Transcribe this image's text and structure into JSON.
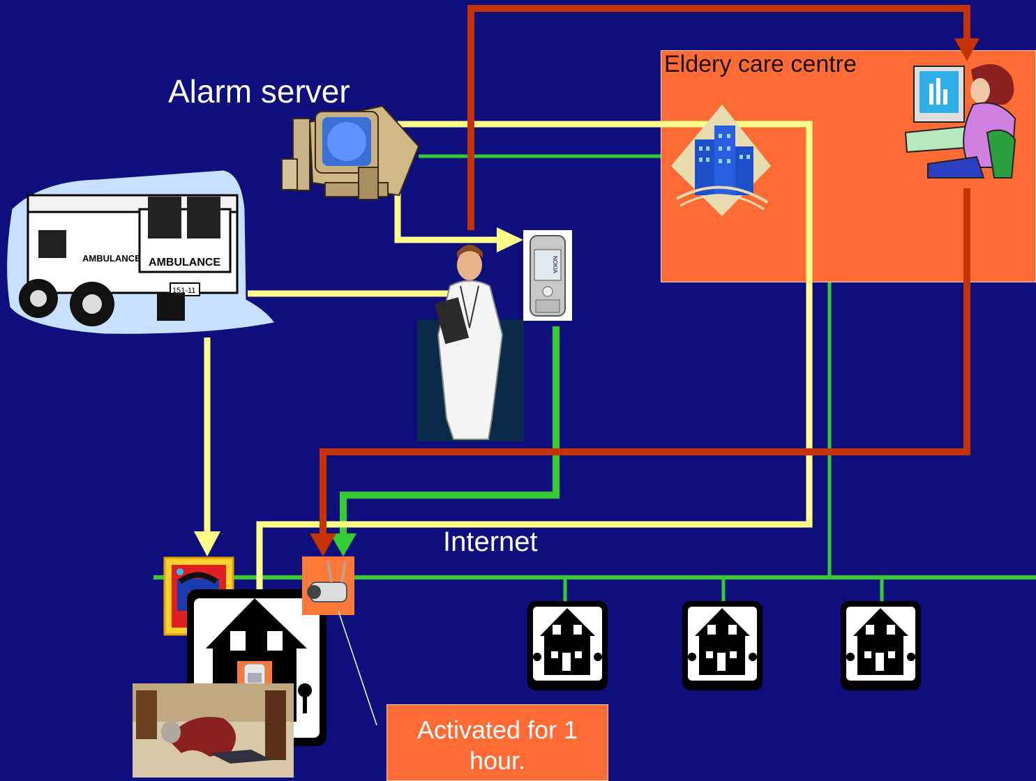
{
  "labels": {
    "alarm_server": "Alarm server",
    "care_centre": "Eldery care centre",
    "internet": "Internet",
    "note": "Activated for 1 hour."
  },
  "ambulance_text": {
    "side": "AMBULANCE",
    "rear": "AMBULANCE",
    "plate": "151-11"
  },
  "phone_text": "NOKIA",
  "colors": {
    "background": "#0e0e7c",
    "yellow_link": "#ffff8a",
    "green_link": "#33cc33",
    "red_link": "#c43300",
    "care_centre_fill": "#ff6b35"
  }
}
